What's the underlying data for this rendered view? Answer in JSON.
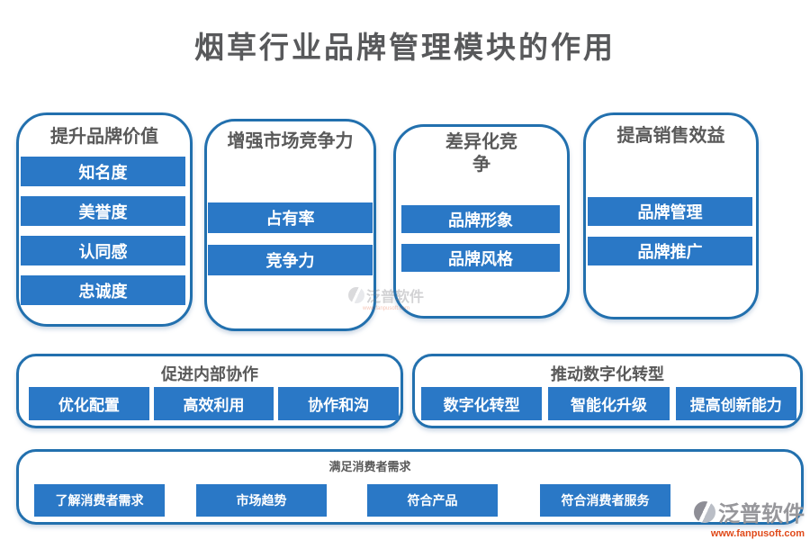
{
  "page": {
    "title": "烟草行业品牌管理模块的作用"
  },
  "colors": {
    "card_border": "#2270ae",
    "button_bg": "#2a78c6",
    "button_text": "#ffffff",
    "title_text": "#595959",
    "main_title_text": "#58595b",
    "watermark_gray": "#97979b",
    "watermark_orange": "#e04a1a"
  },
  "cards": [
    {
      "title": "提升品牌价值",
      "items": [
        "知名度",
        "美誉度",
        "认同感",
        "忠诚度"
      ]
    },
    {
      "title": "增强市场竞争力",
      "items": [
        "占有率",
        "竞争力"
      ]
    },
    {
      "title": "差异化竞争",
      "items": [
        "品牌形象",
        "品牌风格"
      ]
    },
    {
      "title": "提高销售效益",
      "items": [
        "品牌管理",
        "品牌推广"
      ]
    },
    {
      "title": "促进内部协作",
      "items": [
        "优化配置",
        "高效利用",
        "协作和沟"
      ]
    },
    {
      "title": "推动数字化转型",
      "items": [
        "数字化转型",
        "智能化升级",
        "提高创新能力"
      ]
    },
    {
      "title": "满足消费者需求",
      "items": [
        "了解消费者需求",
        "市场趋势",
        "符合产品",
        "符合消费者服务"
      ]
    }
  ],
  "watermark": {
    "brand": "泛普软件",
    "url": "www.fanpusoft.com"
  }
}
